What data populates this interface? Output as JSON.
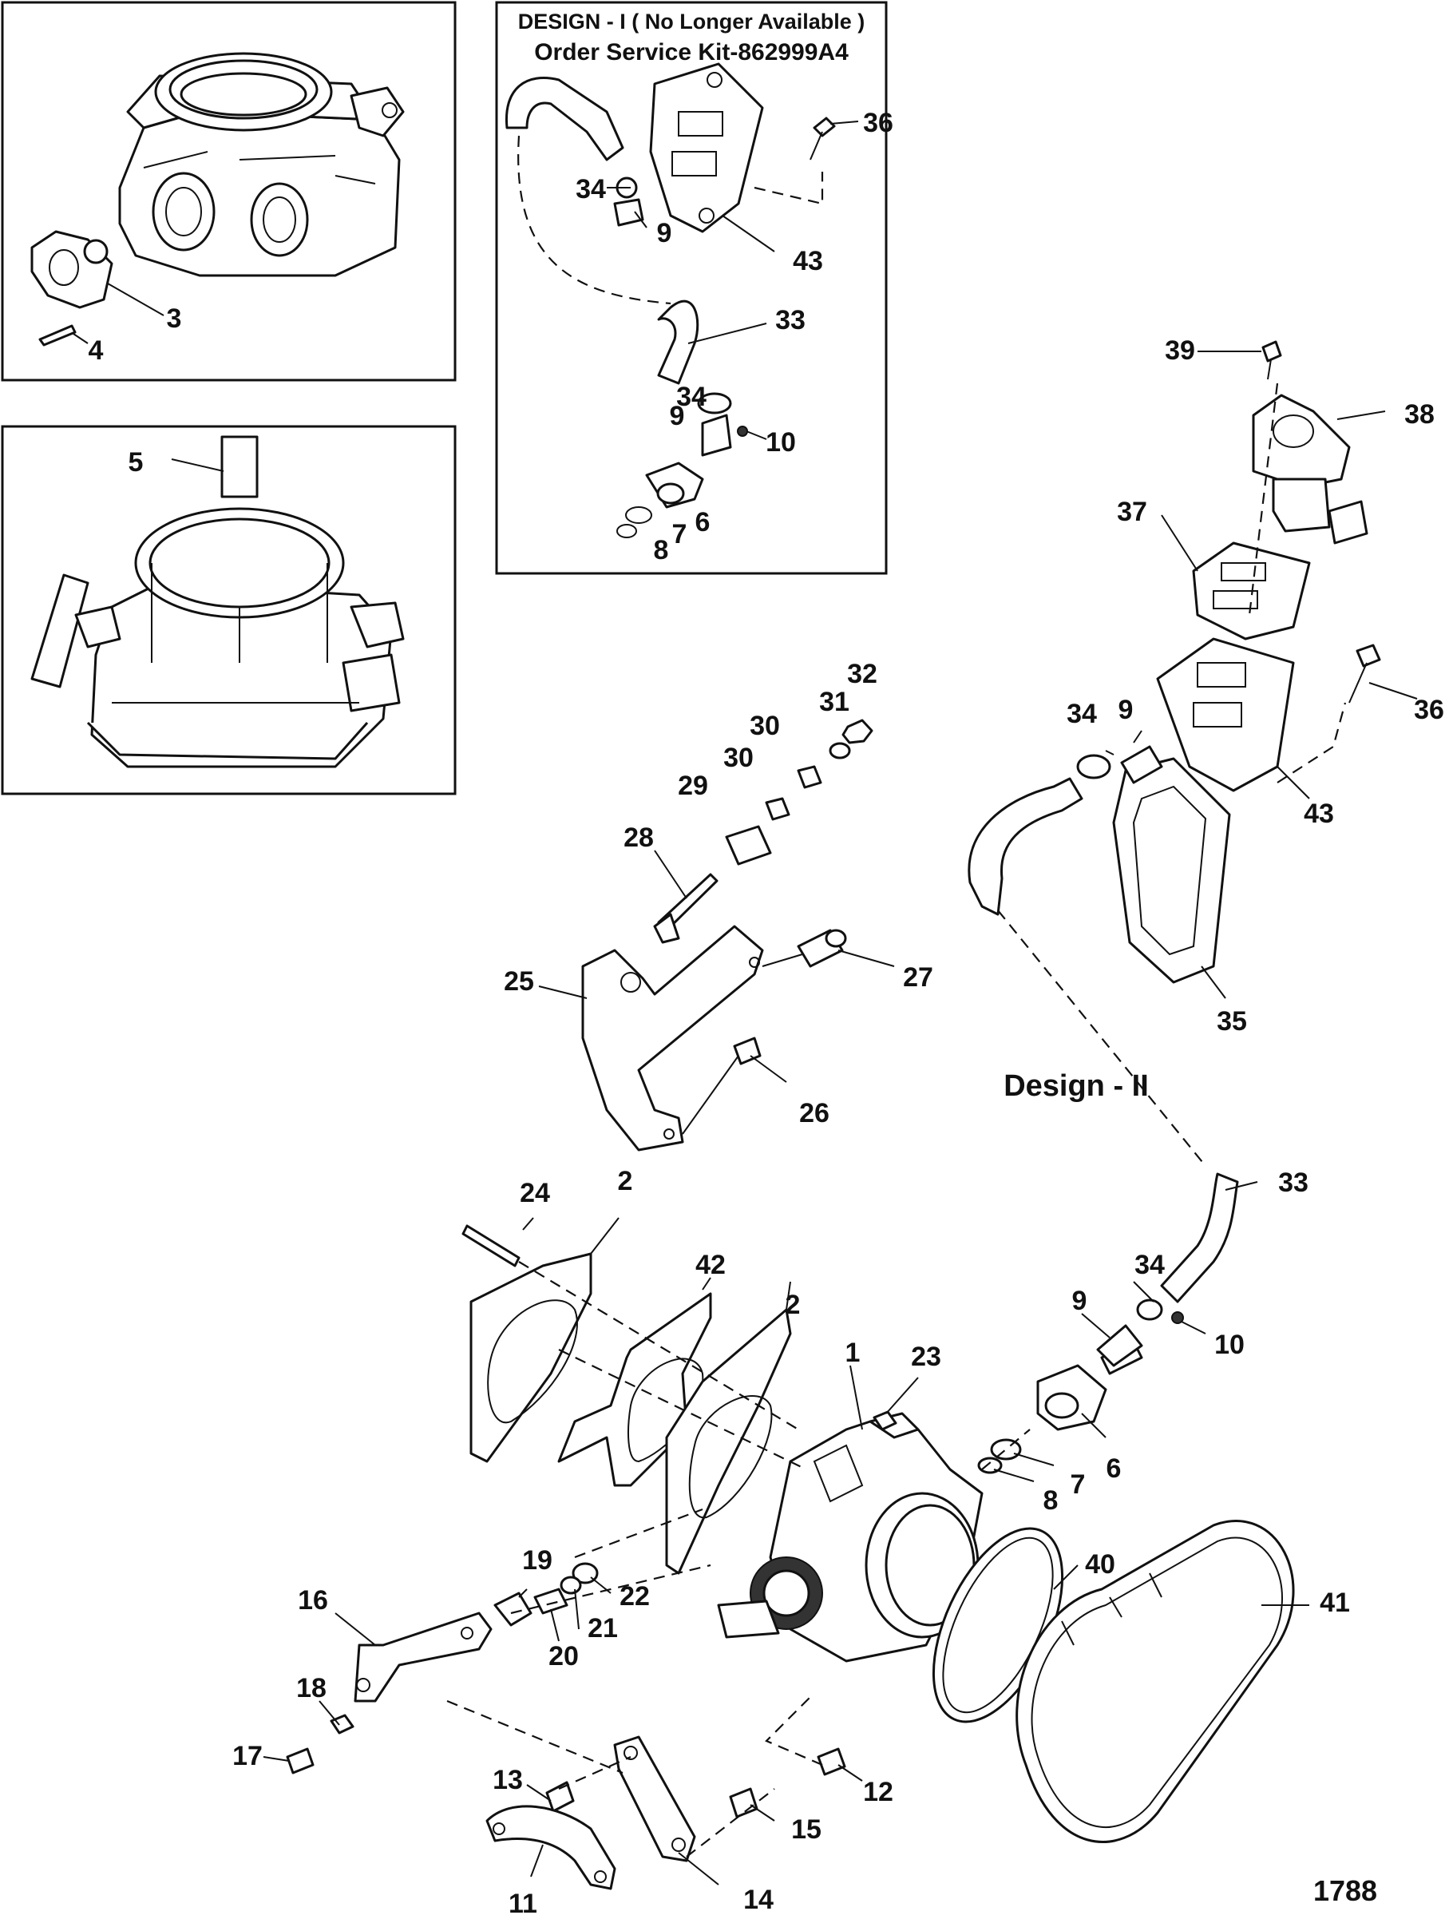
{
  "inset": {
    "design1_title": "DESIGN - I  ( No Longer Available )",
    "service_kit": "Order Service Kit-862999A4"
  },
  "design2_label": "Design - II",
  "figure_number": "1788",
  "callouts": {
    "c1": "1",
    "c2a": "2",
    "c2b": "2",
    "c3": "3",
    "c4": "4",
    "c5": "5",
    "c6a": "6",
    "c6b": "6",
    "c7a": "7",
    "c7b": "7",
    "c8a": "8",
    "c8b": "8",
    "c9a": "9",
    "c9b": "9",
    "c9c": "9",
    "c9d": "9",
    "c10a": "10",
    "c10b": "10",
    "c11": "11",
    "c12": "12",
    "c13": "13",
    "c14": "14",
    "c15": "15",
    "c16": "16",
    "c17": "17",
    "c18": "18",
    "c19": "19",
    "c20": "20",
    "c21": "21",
    "c22": "22",
    "c23": "23",
    "c24": "24",
    "c25": "25",
    "c26": "26",
    "c27": "27",
    "c28": "28",
    "c29": "29",
    "c30a": "30",
    "c30b": "30",
    "c31": "31",
    "c32": "32",
    "c33a": "33",
    "c33b": "33",
    "c34a": "34",
    "c34b": "34",
    "c34c": "34",
    "c34d": "34",
    "c35": "35",
    "c36a": "36",
    "c36b": "36",
    "c37": "37",
    "c38": "38",
    "c39": "39",
    "c40": "40",
    "c41": "41",
    "c42": "42",
    "c43a": "43",
    "c43b": "43"
  }
}
